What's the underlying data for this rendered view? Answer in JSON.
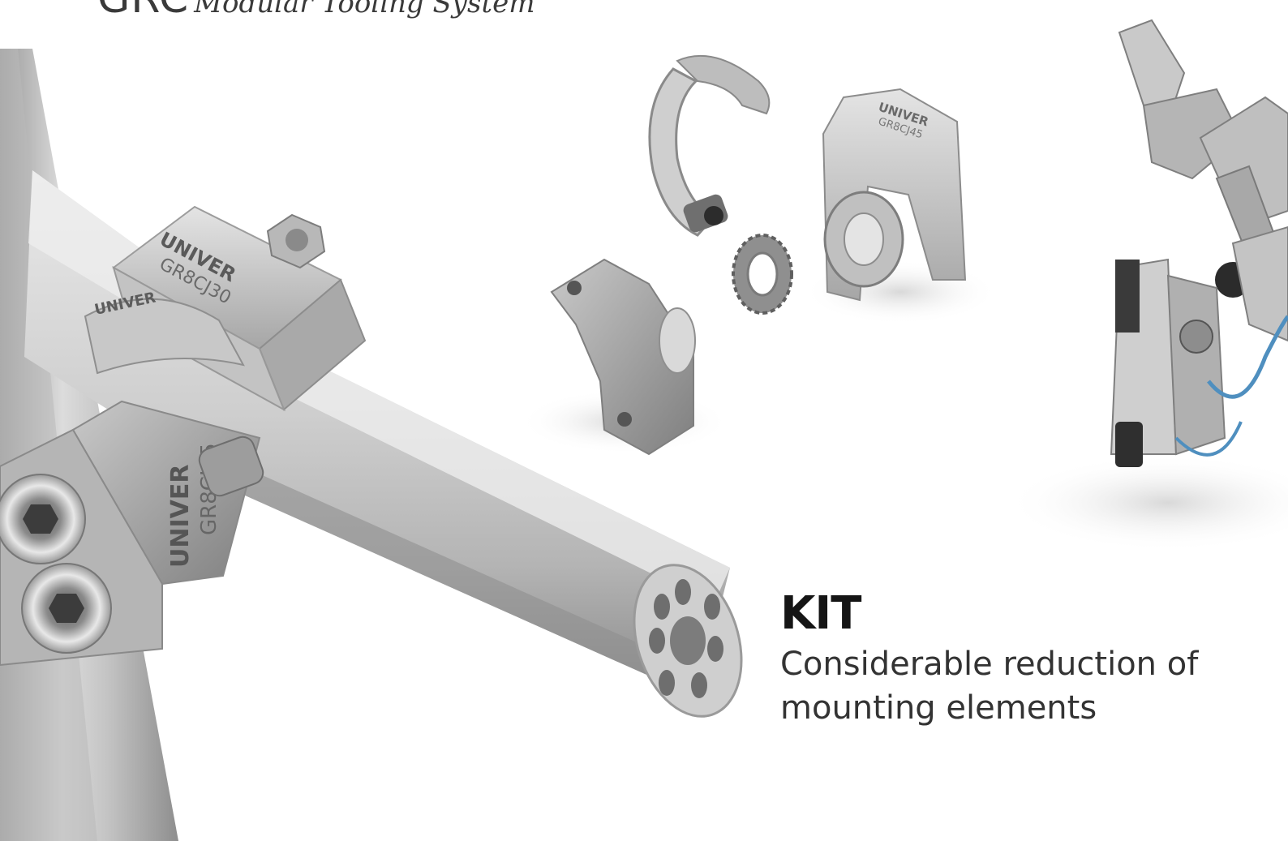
{
  "header": {
    "brand": "GRC",
    "subtitle": "Modular Tooling System"
  },
  "kit": {
    "title": "KIT",
    "description_line1": "Considerable reduction of",
    "description_line2": "mounting elements"
  },
  "parts": {
    "clamp_label_large": "UNIVER",
    "clamp_code_large": "GR8CJ30",
    "clamp_label_side": "UNIVER",
    "clamp_code_side": "GR8CJ45",
    "clamp_label_ring": "UNIVER",
    "part_label_small": "UNIVER",
    "part_code_small": "GR8CJ45"
  },
  "colors": {
    "background": "#ffffff",
    "aluminum_light": "#e6e6e6",
    "aluminum_mid": "#bdbdbd",
    "aluminum_dark": "#8c8c8c",
    "text_title": "#151515",
    "text_body": "#333333"
  }
}
